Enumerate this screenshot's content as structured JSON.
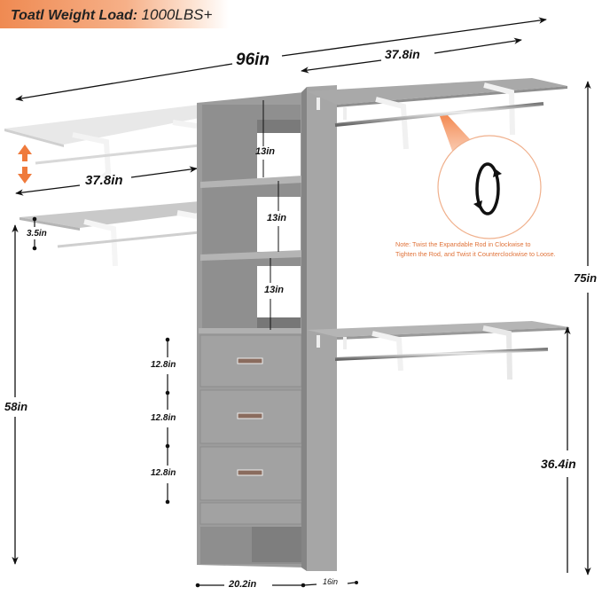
{
  "banner": {
    "label": "Toatl Weight Load:",
    "value": "1000LBS+",
    "gradient_start": "#ef8a52"
  },
  "dimensions": {
    "total_width": "96in",
    "top_right_shelf_width": "37.8in",
    "left_shelf_width": "37.8in",
    "shelf_to_rod_gap": "3.5in",
    "left_lower_height": "58in",
    "cubby_1": "13in",
    "cubby_2": "13in",
    "cubby_3": "13in",
    "drawer_1": "12.8in",
    "drawer_2": "12.8in",
    "drawer_3": "12.8in",
    "total_height": "75in",
    "right_lower_height": "36.4in",
    "tower_width": "20.2in",
    "tower_depth": "16in"
  },
  "note": {
    "line1": "Note: Twist the Expandable Rod in Clockwise to",
    "line2": "Tighten the Rod, and Twist it Counterclockwise to Loose."
  },
  "icons": {
    "adjust": "up-down-arrow-icon",
    "rotate": "rotate-clockwise-icon"
  },
  "colors": {
    "panel": "#9c9c9c",
    "panel_dark": "#8a8a8a",
    "shelf": "#a8a8a8",
    "accent": "#ef7a3c",
    "note_text": "#e0733a"
  }
}
